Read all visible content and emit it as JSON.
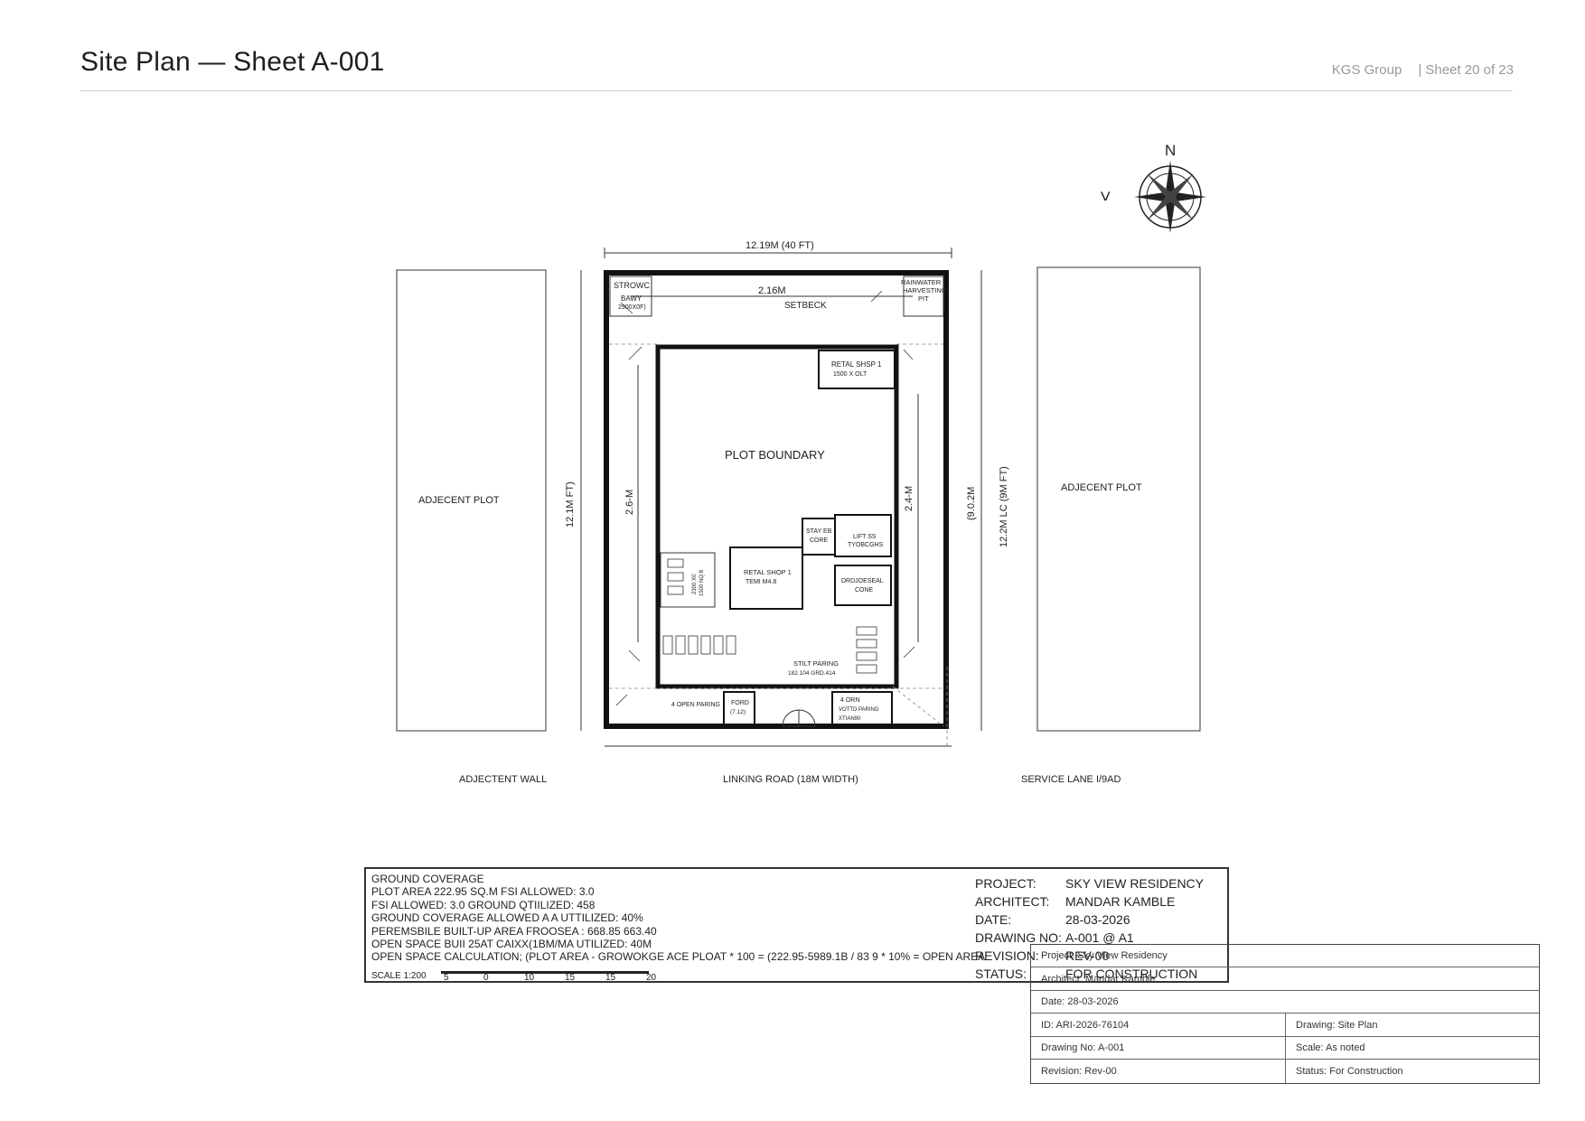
{
  "header": {
    "title": "Site Plan  —  Sheet A-001",
    "company": "KGS Group",
    "sheet": "| Sheet 20 of 23"
  },
  "drawing": {
    "north": "N",
    "west_mark": "<",
    "top_dim": "12.19M (40 FT)",
    "left_dim": "12.1M FT)",
    "right_dim": "12.2M LC (9M FT)",
    "right_dim2": "(9.0.2M",
    "setback_dim": "2.16M",
    "setback_label": "SETBECK",
    "inner_left_dim": "2.6-M",
    "inner_right_dim": "2.4-M",
    "plot_boundary": "PLOT BOUNDARY",
    "adj_plot_left": "ADJECENT PLOT",
    "adj_plot_right": "ADJECENT PLOT",
    "adj_wall": "ADJECTENT WALL",
    "linking_road": "LINKING ROAD (18M WIDTH)",
    "service_lane": "SERVICE LANE I/9AD",
    "storage": [
      "STROWC",
      "BAWY",
      "2900X0F)"
    ],
    "rainwater": [
      "RAINWATER",
      "HARVESTING",
      "PIT"
    ],
    "retail_shop_top": [
      "RETAL SHSP 1",
      "1500 X OLT"
    ],
    "retail_shop_mid": [
      "RETAL SHOP 1",
      "TEMI M4.8"
    ],
    "stair_core": [
      "STAY EB",
      "CORE"
    ],
    "lift_core": [
      "LIFT SS",
      "TYOBCGHS"
    ],
    "service_core": [
      "DRDJOESEAL",
      "CONE"
    ],
    "stilt_parking": [
      "STILT PARING",
      "182.104 GRD.414"
    ],
    "open_parking": "4 OPEN PARING",
    "guard": [
      "FORD",
      "(7.12)"
    ],
    "open_bottom": [
      "4 ORN",
      "VOTTD PARING",
      "XTIAN90"
    ],
    "side_parking": [
      "2300 X0",
      "1500 NQ 8"
    ]
  },
  "legend": {
    "lines": [
      "GROUND COVERAGE",
      "PLOT AREA 222.95 SQ.M                FSI ALLOWED: 3.0",
      "FSI ALLOWED: 3.0                GROUND QTIILIZED: 458",
      "GROUND COVERAGE ALLOWED A  A UTTILIZED: 40%",
      "PEREMSBILE BUILT-UP AREA FROOSEA : 668.85 663.40",
      "OPEN SPACE BUII 25AT CAIXX(1BM/MA UTILIZED: 40M",
      "OPEN SPACE CALCULATION; (PLOT AREA - GROWOKGE ACE PLOAT * 100 = (222.95-5989.1B / 83 9 * 10% = OPEN AREA"
    ],
    "scale_label": "SCALE 1:200",
    "scale_ticks": [
      "5",
      "0",
      "10",
      "15",
      "15",
      "20"
    ],
    "project_k": "PROJECT:",
    "project_v": "SKY VIEW RESIDENCY",
    "architect_k": "ARCHITECT:",
    "architect_v": "MANDAR KAMBLE",
    "date_k": "DATE:",
    "date_v": "28-03-2026",
    "drawing_k": "DRAWING NO:",
    "drawing_v": "A-001 @ A1",
    "revision_k": "REVISION:",
    "revision_v": "REV-00",
    "status_k": "STATUS:",
    "status_v": "FOR CONSTRUCTION"
  },
  "title_block": {
    "project": "Project: Sky View Residency",
    "architect": "Architect: Mandar Kamble",
    "date": "Date: 28-03-2026",
    "id": "ID: ARI-2026-76104",
    "drawing": "Drawing: Site Plan",
    "drawing_no": "Drawing No: A-001",
    "scale": "Scale: As noted",
    "revision": "Revision: Rev-00",
    "status": "Status: For Construction"
  }
}
